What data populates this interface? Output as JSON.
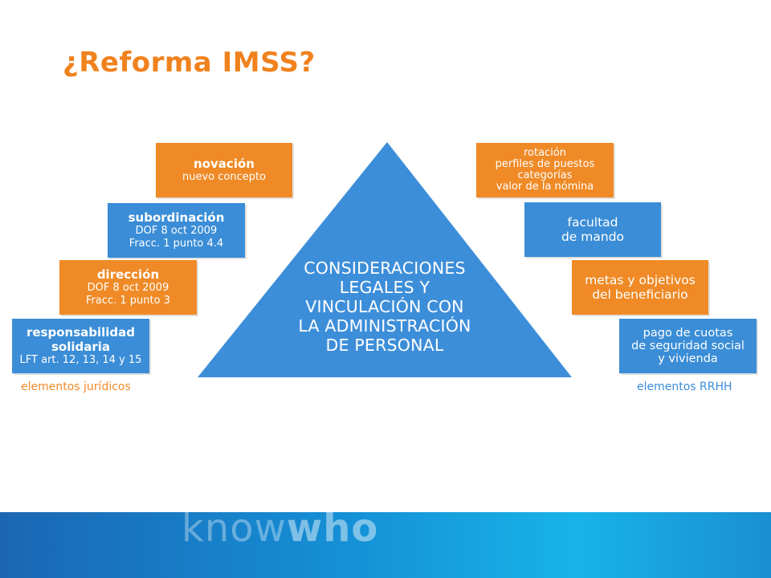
{
  "title": {
    "text": "¿Reforma IMSS?",
    "color": "#f0821e"
  },
  "colors": {
    "orange": "#ef8a26",
    "blue": "#3a8dd6",
    "pyramid": "#3d8ed9",
    "caption_orange": "#ef8a26",
    "caption_blue": "#3a8dd6"
  },
  "pyramid": {
    "lines": [
      "CONSIDERACIONES",
      "LEGALES Y",
      "VINCULACIÓN CON",
      "LA ADMINISTRACIÓN",
      "DE PERSONAL"
    ]
  },
  "left_boxes": [
    {
      "title": "novación",
      "lines": [
        "nuevo concepto"
      ]
    },
    {
      "title": "subordinación",
      "lines": [
        "DOF 8 oct 2009",
        "Fracc. 1 punto 4.4"
      ]
    },
    {
      "title": "dirección",
      "lines": [
        "DOF 8 oct 2009",
        "Fracc. 1 punto 3"
      ]
    },
    {
      "title": "responsabilidad",
      "title2": "solidaria",
      "lines": [
        "LFT art. 12, 13, 14 y 15"
      ]
    }
  ],
  "right_boxes": [
    {
      "lines": [
        "rotación",
        "perfiles de puestos",
        "categorías",
        "valor de la nómina"
      ]
    },
    {
      "lines": [
        "facultad",
        "de mando"
      ]
    },
    {
      "lines": [
        "metas y objetivos",
        "del beneficiario"
      ]
    },
    {
      "lines": [
        "pago de cuotas",
        "de seguridad social",
        "y vivienda"
      ]
    }
  ],
  "captions": {
    "left": "elementos jurídicos",
    "right": "elementos RRHH"
  },
  "logo": {
    "part1": "know",
    "part2": "who"
  }
}
